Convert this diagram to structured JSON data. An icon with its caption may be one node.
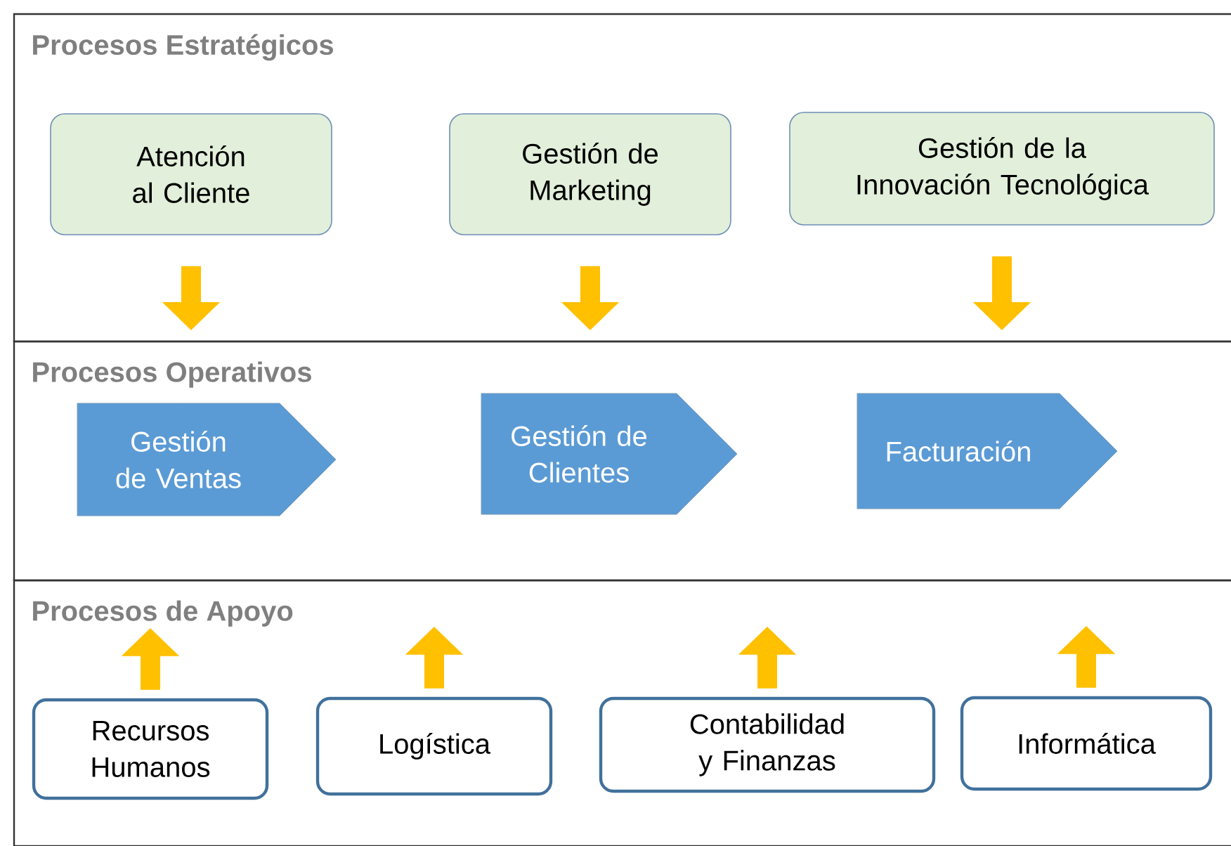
{
  "diagram": {
    "nodes": [
      {
        "text": [
          "Procesos Estratégicos"
        ]
      },
      {
        "text": [
          "Atención al Cliente"
        ],
        "in": 0
      },
      {
        "text": [
          "Gestión de Marketing"
        ],
        "in": 0
      },
      {
        "text": [
          "Gestión de la Innovación Tecnológica"
        ],
        "in": 0
      },
      {
        "text": [
          "Procesos Operativos"
        ]
      },
      {
        "text": [
          "Gestión de Ventas"
        ],
        "in": 4
      },
      {
        "text": [
          "Gestión de Clientes"
        ],
        "in": 4
      },
      {
        "text": [
          "Facturación"
        ],
        "in": 4
      },
      {
        "text": [
          "Procesos de Apoyo"
        ]
      },
      {
        "text": [
          "Recursos Humanos"
        ],
        "in": 8
      },
      {
        "text": [
          "Logística"
        ],
        "in": 8
      },
      {
        "text": [
          "Contabilidad y Finanzas"
        ],
        "in": 8
      },
      {
        "text": [
          "Informática"
        ],
        "in": 8
      }
    ],
    "edges": [
      {
        "from": 1,
        "to": 4,
        "arrow": "to"
      },
      {
        "from": 2,
        "to": 4,
        "arrow": "to"
      },
      {
        "from": 3,
        "to": 4,
        "arrow": "to"
      },
      {
        "from": 9,
        "to": null,
        "arrow": "to"
      },
      {
        "from": 10,
        "to": null,
        "arrow": "to"
      },
      {
        "from": 11,
        "to": null,
        "arrow": "to"
      },
      {
        "from": 12,
        "to": null,
        "arrow": "to"
      }
    ]
  }
}
